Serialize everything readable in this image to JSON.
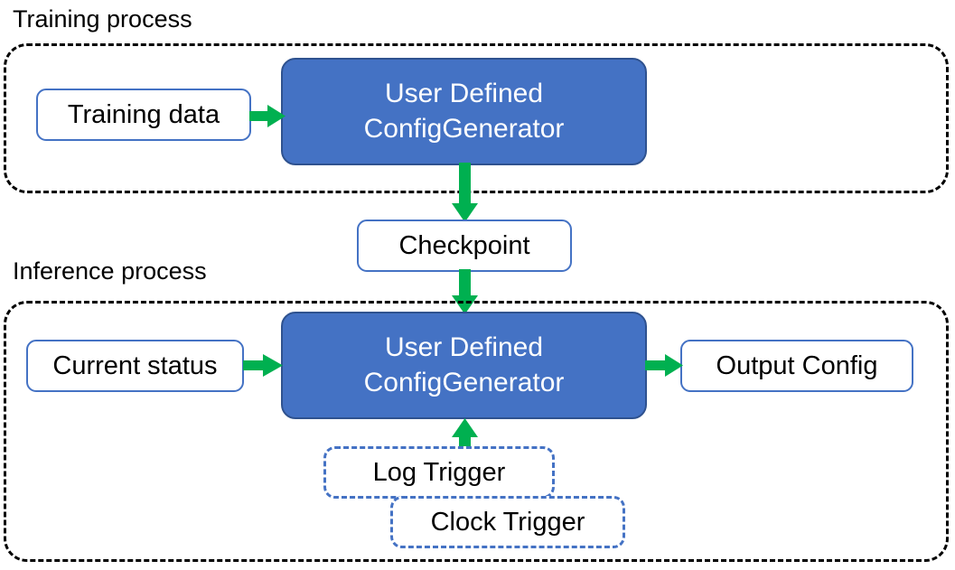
{
  "diagram": {
    "title_training": "Training process",
    "title_inference": "Inference process",
    "colors": {
      "accent_blue_fill": "#4472C4",
      "accent_blue_border": "#2F528F",
      "box_outline_blue": "#4472C4",
      "arrow_green": "#00B050",
      "container_dash": "#000000",
      "text_dark": "#000000",
      "text_light": "#FFFFFF"
    },
    "training": {
      "input_box": "Training data",
      "process_box_line1": "User Defined",
      "process_box_line2": "ConfigGenerator"
    },
    "checkpoint": {
      "label": "Checkpoint"
    },
    "inference": {
      "input_box": "Current status",
      "process_box_line1": "User Defined",
      "process_box_line2": "ConfigGenerator",
      "output_box": "Output Config",
      "trigger_log": "Log Trigger",
      "trigger_clock": "Clock Trigger"
    },
    "edges": [
      {
        "name": "training-data-to-generator",
        "from": "Training data",
        "to": "User Defined ConfigGenerator",
        "direction": "right"
      },
      {
        "name": "generator-to-checkpoint",
        "from": "User Defined ConfigGenerator",
        "to": "Checkpoint",
        "direction": "down"
      },
      {
        "name": "checkpoint-to-inference-generator",
        "from": "Checkpoint",
        "to": "User Defined ConfigGenerator",
        "direction": "down"
      },
      {
        "name": "current-status-to-generator",
        "from": "Current status",
        "to": "User Defined ConfigGenerator",
        "direction": "right"
      },
      {
        "name": "generator-to-output-config",
        "from": "User Defined ConfigGenerator",
        "to": "Output Config",
        "direction": "right"
      },
      {
        "name": "triggers-to-generator",
        "from": "Log Trigger / Clock Trigger",
        "to": "User Defined ConfigGenerator",
        "direction": "up"
      }
    ]
  }
}
